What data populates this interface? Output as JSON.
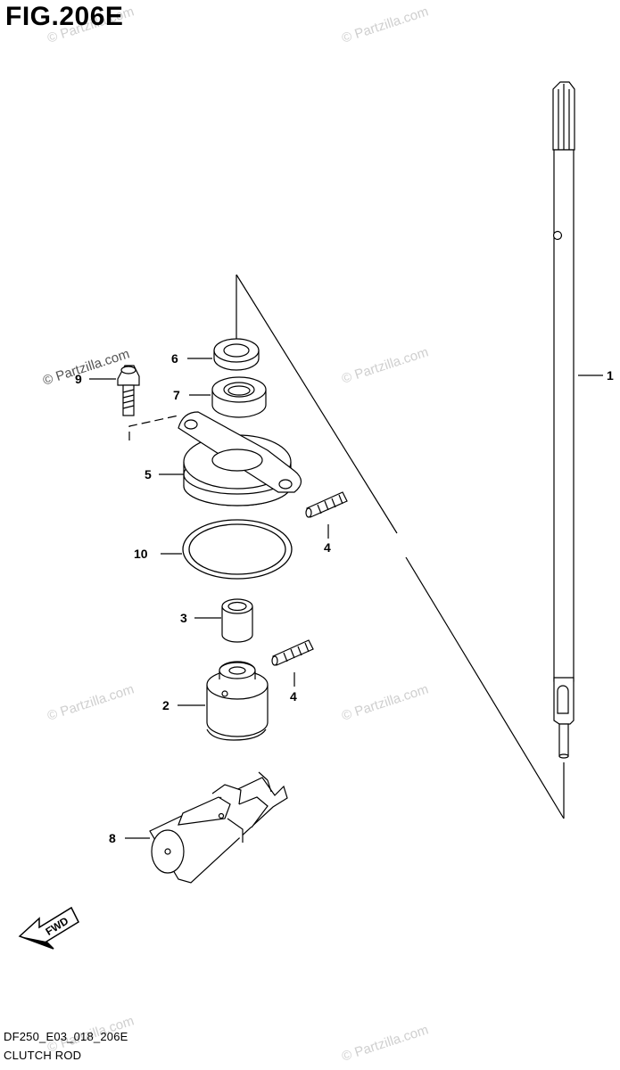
{
  "figure_title": "FIG.206E",
  "diagram_code": "DF250_E03_018_206E",
  "diagram_name": "CLUTCH ROD",
  "watermark": "© Partzilla.com",
  "direction_marker": "FWD",
  "callouts": {
    "p1": "1",
    "p2": "2",
    "p3": "3",
    "p4a": "4",
    "p4b": "4",
    "p5": "5",
    "p6": "6",
    "p7": "7",
    "p8": "8",
    "p9": "9",
    "p10": "10"
  }
}
